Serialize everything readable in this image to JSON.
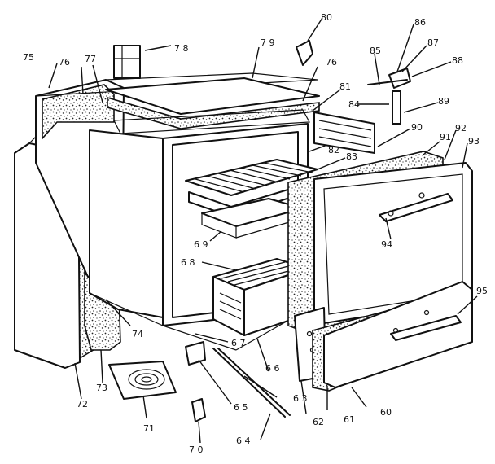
{
  "diagram": {
    "callouts": [
      {
        "id": "c60",
        "text": "60"
      },
      {
        "id": "c61",
        "text": "61"
      },
      {
        "id": "c62",
        "text": "62"
      },
      {
        "id": "c63",
        "text": "6 3"
      },
      {
        "id": "c64",
        "text": "6 4"
      },
      {
        "id": "c65",
        "text": "6 5"
      },
      {
        "id": "c66",
        "text": "6 6"
      },
      {
        "id": "c67",
        "text": "6 7"
      },
      {
        "id": "c68",
        "text": "6 8"
      },
      {
        "id": "c69",
        "text": "6 9"
      },
      {
        "id": "c70",
        "text": "7 0"
      },
      {
        "id": "c71",
        "text": "71"
      },
      {
        "id": "c72",
        "text": "72"
      },
      {
        "id": "c73",
        "text": "73"
      },
      {
        "id": "c74",
        "text": "74"
      },
      {
        "id": "c75",
        "text": "75"
      },
      {
        "id": "c76a",
        "text": "76"
      },
      {
        "id": "c76b",
        "text": "76"
      },
      {
        "id": "c77",
        "text": "77"
      },
      {
        "id": "c78",
        "text": "7 8"
      },
      {
        "id": "c79",
        "text": "7 9"
      },
      {
        "id": "c80",
        "text": "80"
      },
      {
        "id": "c81",
        "text": "81"
      },
      {
        "id": "c82",
        "text": "82"
      },
      {
        "id": "c83",
        "text": "83"
      },
      {
        "id": "c84",
        "text": "84"
      },
      {
        "id": "c85",
        "text": "85"
      },
      {
        "id": "c86",
        "text": "86"
      },
      {
        "id": "c87",
        "text": "87"
      },
      {
        "id": "c88",
        "text": "88"
      },
      {
        "id": "c89",
        "text": "89"
      },
      {
        "id": "c90",
        "text": "90"
      },
      {
        "id": "c91",
        "text": "91"
      },
      {
        "id": "c92",
        "text": "92"
      },
      {
        "id": "c93",
        "text": "93"
      },
      {
        "id": "c94",
        "text": "94"
      },
      {
        "id": "c95",
        "text": "95"
      }
    ]
  }
}
